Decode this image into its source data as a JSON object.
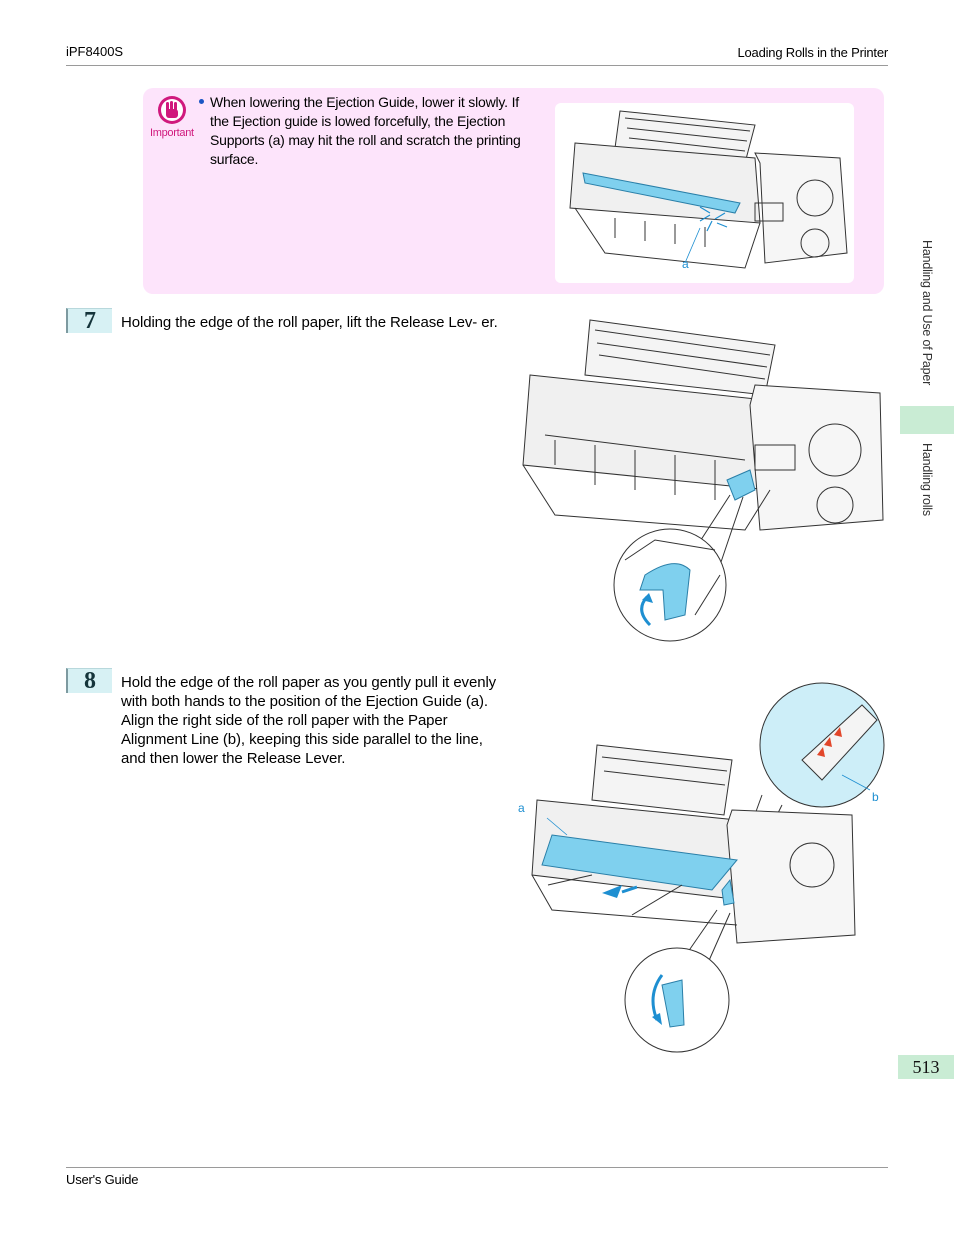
{
  "header": {
    "product": "iPF8400S",
    "section": "Loading Rolls in the Printer"
  },
  "important": {
    "label": "Important",
    "text": "When lowering the Ejection Guide, lower it slowly. If the Ejection guide is lowed forcefully, the Ejection Supports (a) may hit the roll and scratch the printing surface.",
    "figure_label": "a"
  },
  "steps": [
    {
      "number": "7",
      "text": "Holding the edge of the roll paper, lift the Release Lev- er."
    },
    {
      "number": "8",
      "text": "Hold the edge of the roll paper as you gently pull it evenly with both hands to the position of the Ejection Guide (a). Align the right side of the roll paper with the Paper Alignment Line (b), keeping this side parallel to the line, and then lower the Release Lever.",
      "figure_label_a": "a",
      "figure_label_b": "b"
    }
  ],
  "sidebar": {
    "chapter": "Handling and Use of Paper",
    "section": "Handling rolls"
  },
  "page_number": "513",
  "footer": {
    "guide": "User's Guide"
  },
  "colors": {
    "accent_blue": "#7fd0ee",
    "important_pink": "#d0197d",
    "note_bg": "#fde4fb",
    "tab_green": "#c9ecd4"
  }
}
